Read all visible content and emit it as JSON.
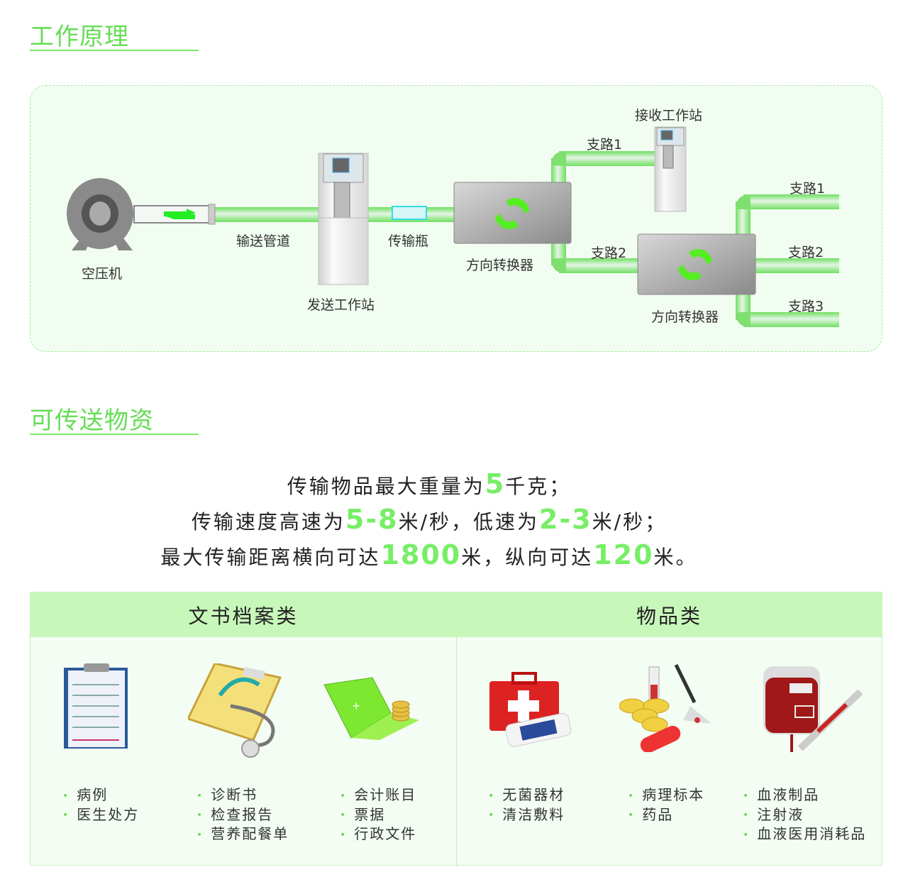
{
  "section1": {
    "title": "工作原理"
  },
  "diagram": {
    "compressor": "空压机",
    "pipe": "输送管道",
    "send_station": "发送工作站",
    "carrier": "传输瓶",
    "converter1": "方向转换器",
    "receive_station": "接收工作站",
    "c1_branch1": "支路1",
    "c1_branch2": "支路2",
    "converter2": "方向转换器",
    "c2_branch1": "支路1",
    "c2_branch2": "支路2",
    "c2_branch3": "支路3"
  },
  "section2": {
    "title": "可传送物资"
  },
  "specs": {
    "l1a": "传输物品最大重量为",
    "l1n": "5",
    "l1b": "千克；",
    "l2a": "传输速度高速为",
    "l2n1": "5-8",
    "l2b": "米/秒，低速为",
    "l2n2": "2-3",
    "l2c": "米/秒；",
    "l3a": "最大传输距离横向可达",
    "l3n1": "1800",
    "l3b": "米，纵向可达",
    "l3n2": "120",
    "l3c": "米。"
  },
  "categories": [
    {
      "title": "文书档案类",
      "groups": [
        {
          "icon": "clipboard-icon",
          "items": [
            "病例",
            "医生处方"
          ]
        },
        {
          "icon": "stethoscope-icon",
          "items": [
            "诊断书",
            "检查报告",
            "营养配餐单"
          ]
        },
        {
          "icon": "laptop-coins-icon",
          "items": [
            "会计账目",
            "票据",
            "行政文件"
          ]
        }
      ]
    },
    {
      "title": "物品类",
      "groups": [
        {
          "icon": "first-aid-kit-icon",
          "items": [
            "无菌器材",
            "清洁敷料"
          ]
        },
        {
          "icon": "pills-icon",
          "items": [
            "病理标本",
            "药品"
          ]
        },
        {
          "icon": "blood-bag-icon",
          "items": [
            "血液制品",
            "注射液",
            "血液医用消耗品"
          ]
        }
      ]
    }
  ],
  "colors": {
    "accent": "#66dd55",
    "header_bg": "#c8f7ba",
    "panel_bg": "#f2fdf1"
  }
}
